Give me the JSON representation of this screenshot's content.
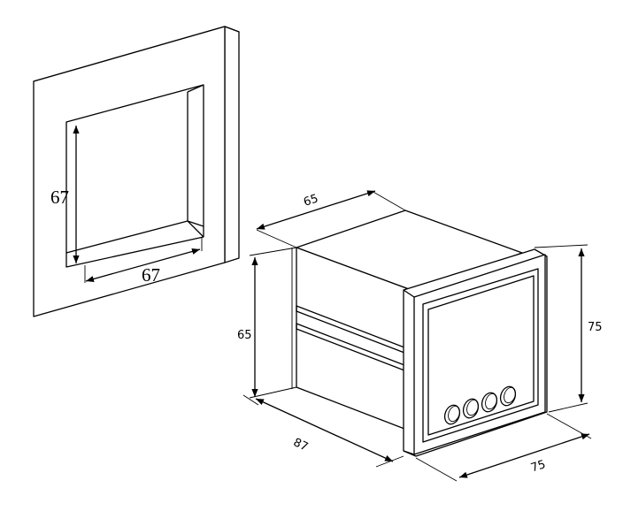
{
  "panel_cutout": {
    "height_label": "67",
    "width_label": "67"
  },
  "meter": {
    "depth_top_label": "65",
    "height_left_label": "65",
    "depth_bottom_label": "87",
    "front_height_label": "75",
    "front_width_label": "75",
    "button_count": 4
  },
  "colors": {
    "line": "#000000",
    "background": "#ffffff"
  }
}
